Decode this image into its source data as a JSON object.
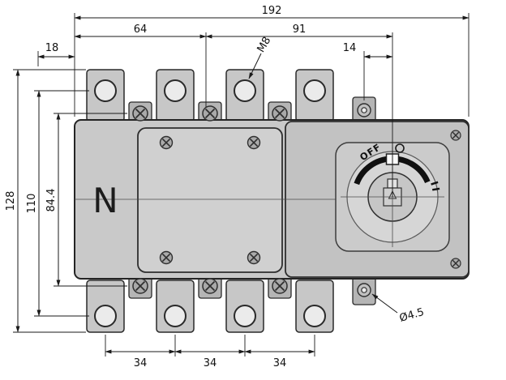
{
  "drawing": {
    "type": "switch-disconnector-dimension-drawing",
    "dims": {
      "overall_width": "192",
      "left_width": "64",
      "handle_center_width": "91",
      "left_offset": "18",
      "terminal_thread": "M8",
      "fixing_offset": "14",
      "overall_height": "128",
      "terminal_hole_spacing": "110",
      "screw_row_spacing": "84.4",
      "pole_pitch": [
        "34",
        "34",
        "34"
      ],
      "fixing_hole_dia": "Ø4.5"
    },
    "device": {
      "neutral": "N",
      "off": "OFF"
    }
  }
}
